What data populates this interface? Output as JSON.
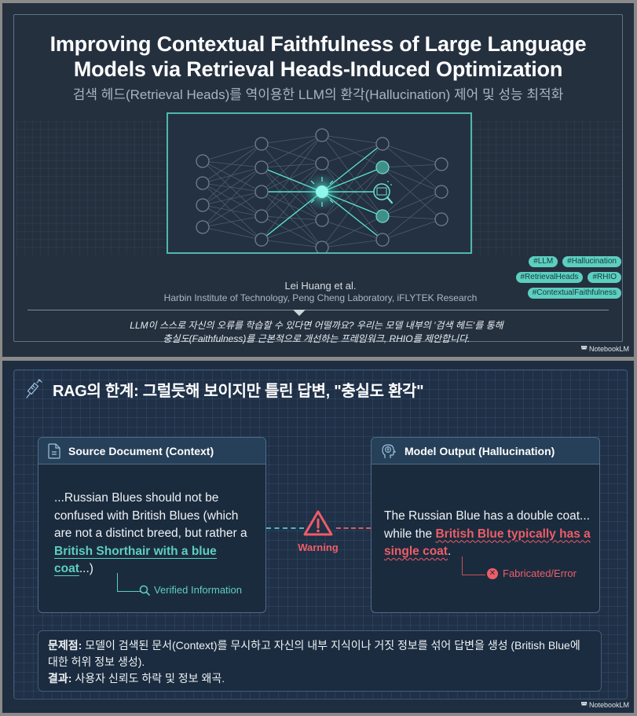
{
  "slide1": {
    "title_line1": "Improving Contextual Faithfulness of Large Language",
    "title_line2": "Models via Retrieval Heads-Induced Optimization",
    "subtitle": "검색 헤드(Retrieval Heads)를 역이용한 LLM의 환각(Hallucination) 제어 및 성능 최적화",
    "illustration": "neural-network-with-retrieval-head-highlight",
    "author": "Lei Huang et al.",
    "affiliations": "Harbin Institute of Technology, Peng Cheng Laboratory, iFLYTEK Research",
    "tags": [
      "#LLM",
      "#Hallucination",
      "#RetrievalHeads",
      "#RHIO",
      "#ContextualFaithfulness"
    ],
    "description_line1": "LLM이 스스로 자신의 오류를 학습할 수 있다면 어떨까요? 우리는 모델 내부의 '검색 헤드'를 통해",
    "description_line2": "충실도(Faithfulness)를 근본적으로 개선하는 프레임워크, RHIO를 제안합니다.",
    "brand": "NotebookLM"
  },
  "slide2": {
    "title": "RAG의 한계: 그럴듯해 보이지만 틀린 답변, \"충실도 환각\"",
    "title_icon": "syringe-icon",
    "source_card": {
      "header": "Source Document (Context)",
      "icon": "document-icon",
      "text_before": "...Russian Blues should not be confused with British Blues (which are not a distinct breed, but rather a ",
      "highlight": "British Shorthair with a blue coat",
      "text_after": "...)",
      "annotation": "Verified Information"
    },
    "connector": {
      "label": "Warning",
      "icon": "warning-triangle-icon"
    },
    "output_card": {
      "header": "Model Output (Hallucination)",
      "icon": "brain-head-icon",
      "text_before": "The Russian Blue has a double coat... while the ",
      "highlight": "British Blue typically has a single coat",
      "text_after": ".",
      "annotation": "Fabricated/Error"
    },
    "problem": {
      "label1": "문제점:",
      "text1": " 모델이 검색된 문서(Context)를 무시하고 자신의 내부 지식이나 거짓 정보를 섞어 답변을 생성 (British Blue에 대한 허위 정보 생성).",
      "label2": "결과:",
      "text2": " 사용자 신뢰도 하락 및 정보 왜곡."
    },
    "brand": "NotebookLM"
  },
  "colors": {
    "teal": "#5ccfc0",
    "red": "#ee5d67",
    "slide1_bg": "#25303f",
    "slide2_bg": "#1e2d40"
  }
}
